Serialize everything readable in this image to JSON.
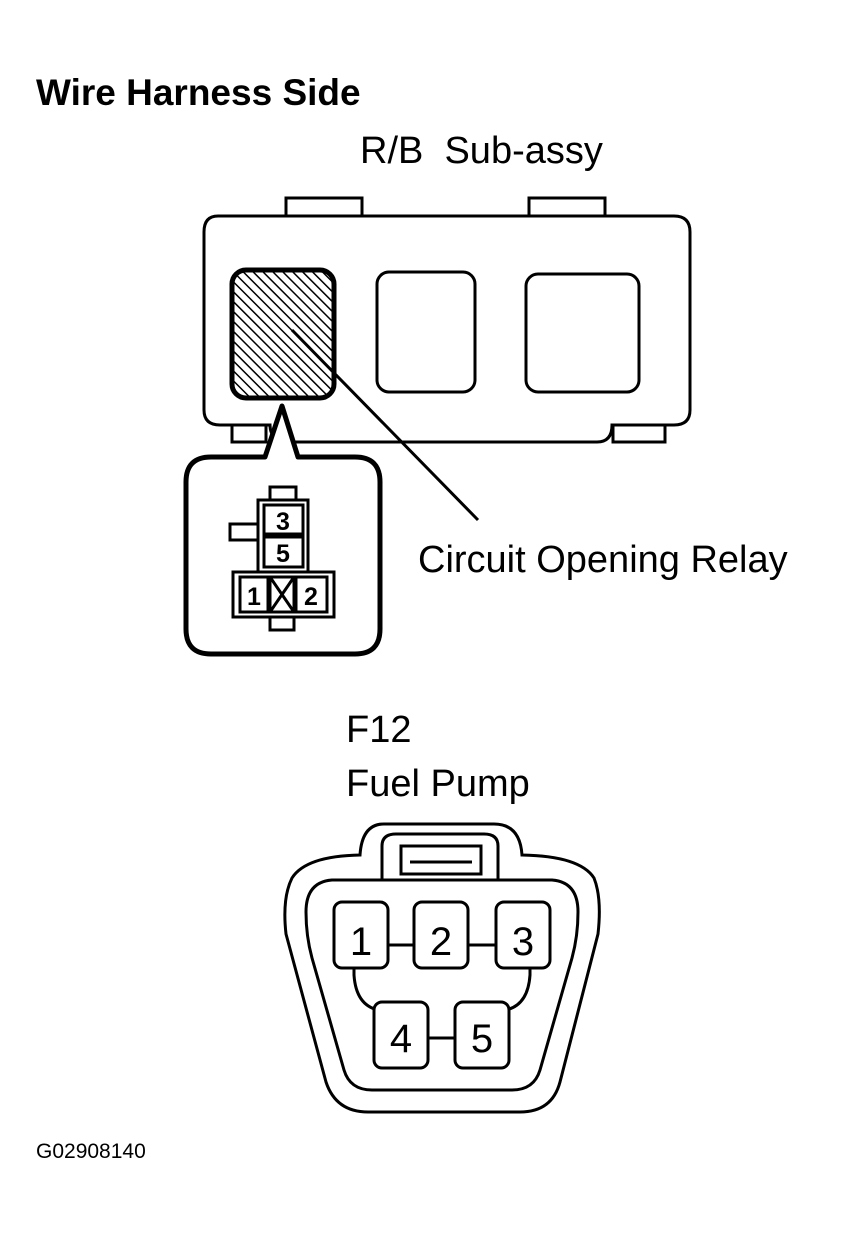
{
  "header": {
    "title": "Wire Harness Side"
  },
  "relay_block": {
    "label": "R/B  Sub-assy",
    "callout": "Circuit Opening Relay",
    "relay_terminals": {
      "top": "3",
      "middle": "5",
      "left": "1",
      "right": "2"
    }
  },
  "fuel_pump": {
    "connector_code": "F12",
    "name": "Fuel Pump",
    "terminals": [
      "1",
      "2",
      "3",
      "4",
      "5"
    ]
  },
  "figure_id": "G02908140",
  "colors": {
    "ink": "#000000",
    "paper": "#ffffff"
  }
}
